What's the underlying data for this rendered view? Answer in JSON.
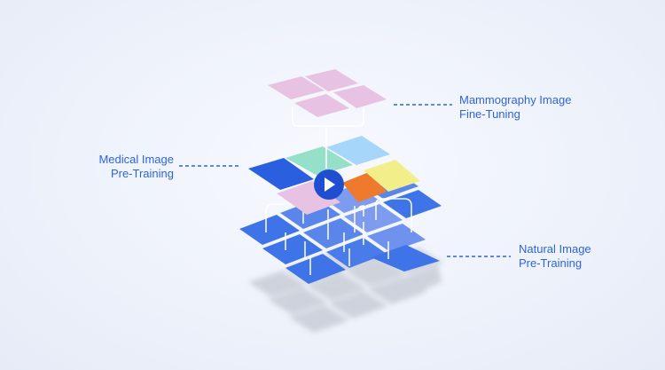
{
  "labels": {
    "mammography": {
      "line1": "Mammography Image",
      "line2": "Fine-Tuning"
    },
    "medical": {
      "line1": "Medical Image",
      "line2": "Pre-Training"
    },
    "natural": {
      "line1": "Natural Image",
      "line2": "Pre-Training"
    }
  },
  "colors": {
    "label_blue": "#2f64d8",
    "pink": "#e8c2e2",
    "natural_blue": "#3f73e8",
    "natural_blue_light": "#7d9cf0",
    "mint": "#96e0c9",
    "sky": "#a6d6fa",
    "yellow": "#f2ef8a",
    "orange": "#ef7a2e",
    "play_button": "#1f4fd0",
    "shadow": "#c3c8d2"
  },
  "icons": {
    "center": "play-icon"
  }
}
